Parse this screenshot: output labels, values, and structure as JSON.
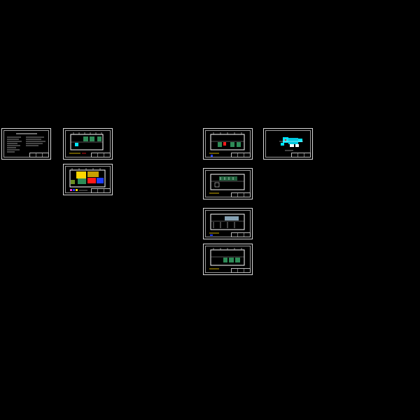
{
  "viewer": {
    "background": "#000000",
    "line_color": "#d8d8d8",
    "accent_colors": {
      "wall": "#ffffff",
      "green": "#2e8b57",
      "cyan": "#00e5ff",
      "red": "#ff1a1a",
      "blue": "#1f3cff",
      "yellow": "#ffd700",
      "magenta": "#ff33cc"
    }
  },
  "sheets": [
    {
      "id": "cover-notes",
      "kind": "notes"
    },
    {
      "id": "plan-1",
      "kind": "plan-green"
    },
    {
      "id": "plan-2",
      "kind": "plan-color-blocks"
    },
    {
      "id": "plan-3",
      "kind": "plan-green-red"
    },
    {
      "id": "detail-cyan",
      "kind": "detail"
    },
    {
      "id": "plan-4",
      "kind": "plan-light"
    },
    {
      "id": "plan-5",
      "kind": "plan-light"
    },
    {
      "id": "plan-6",
      "kind": "plan-green"
    }
  ]
}
